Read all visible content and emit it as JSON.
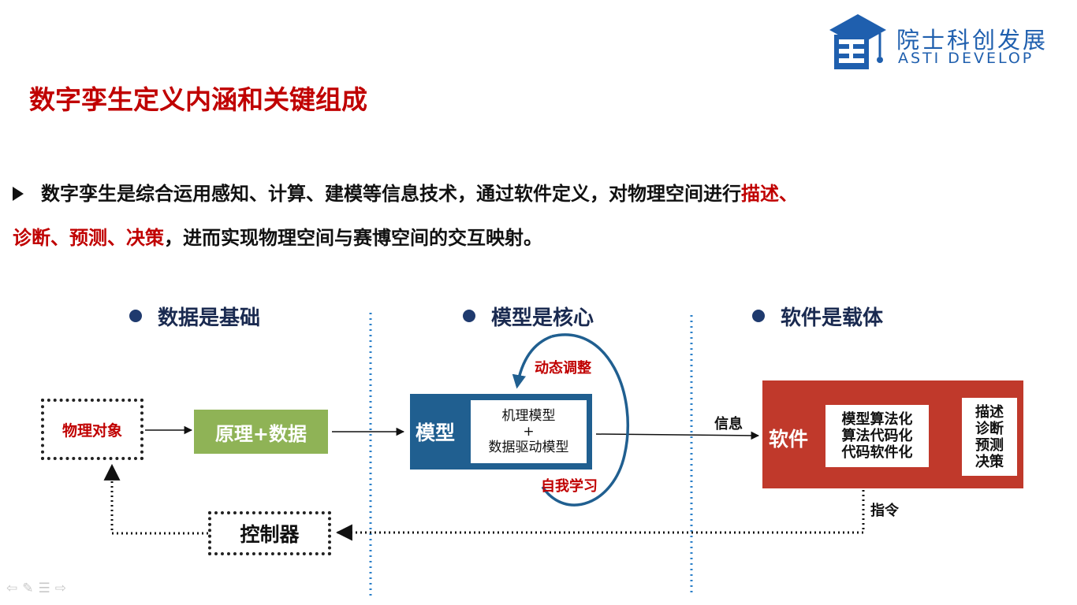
{
  "colors": {
    "title_red": "#c00000",
    "brand_blue": "#1f5fae",
    "model_blue": "#205f90",
    "software_red": "#c0392b",
    "principle_green": "#8fb356",
    "divider_blue": "#2a7fc8"
  },
  "logo": {
    "name_cn": "院士科创发展",
    "name_en": "ASTI DEVELOP",
    "icon": "graduation-cap-icon"
  },
  "title": "数字孪生定义内涵和关键组成",
  "paragraph": {
    "line1_text": "数字孪生是综合运用感知、计算、建模等信息技术，通过软件定义，对物理空间进行",
    "line1_highlight": "描述、",
    "line2_highlight": "诊断、预测、决策",
    "line2_text": "，进而实现物理空间与赛博空间的交互映射。"
  },
  "pillars": {
    "data": "数据是基础",
    "model": "模型是核心",
    "software": "软件是载体"
  },
  "nodes": {
    "physical_object": "物理对象",
    "principle_data": "原理+数据",
    "model": "模型",
    "model_inner_1": "机理模型",
    "model_inner_plus": "+",
    "model_inner_2": "数据驱动模型",
    "software": "软件",
    "software_inner_1": "模型算法化",
    "software_inner_2": "算法代码化",
    "software_inner_3": "代码软件化",
    "output_1": "描述",
    "output_2": "诊断",
    "output_3": "预测",
    "output_4": "决策",
    "controller": "控制器"
  },
  "labels": {
    "dynamic_adjust": "动态调整",
    "self_learning": "自我学习",
    "info": "信息",
    "command": "指令"
  }
}
